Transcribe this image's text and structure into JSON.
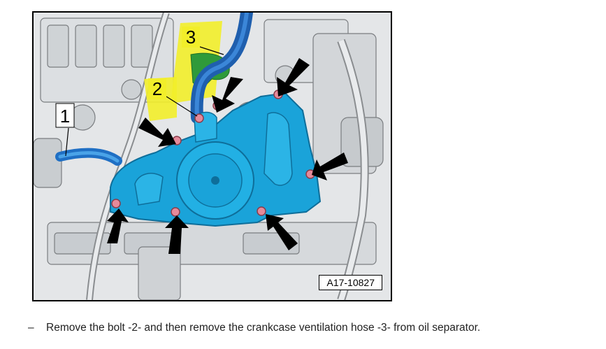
{
  "figure": {
    "callouts": [
      "1",
      "2",
      "3"
    ],
    "figure_id": "A17-10827",
    "colors": {
      "highlight_blue": "#1aa3d9",
      "dark_blue": "#1f5fae",
      "callout_yellow": "#f2ee2a",
      "green_part": "#2f9a3a",
      "bolt_pink": "#e58a9a",
      "arrow": "#000000"
    }
  },
  "instruction": {
    "bullet": "–",
    "text": "Remove the bolt -2- and then remove the crankcase ventilation hose -3- from oil separator."
  }
}
